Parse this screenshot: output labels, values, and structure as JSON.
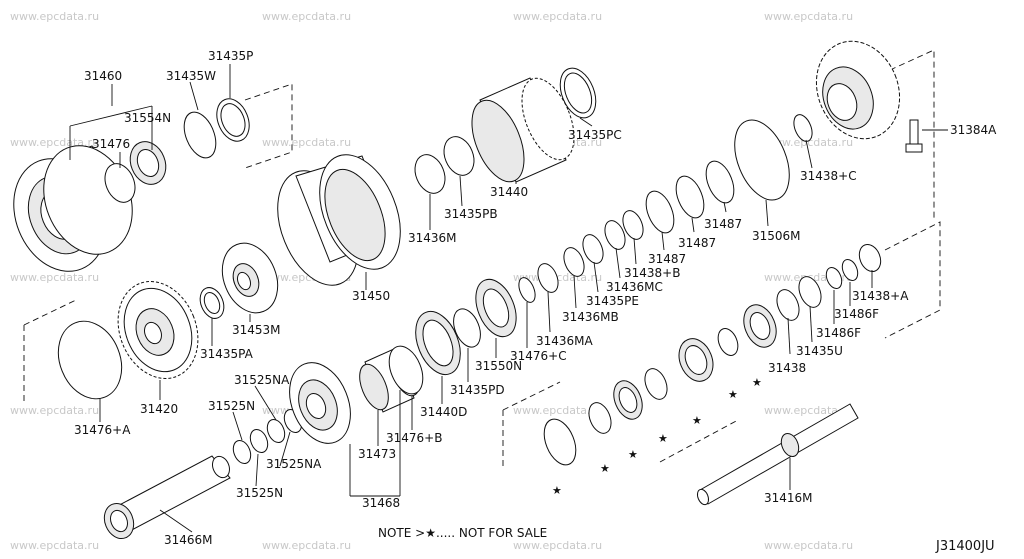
{
  "watermark": "www.epcdata.ru",
  "diagram_code": "J31400JU",
  "note": "NOTE >★..... NOT FOR SALE",
  "star": "★",
  "parts": {
    "p31460": "31460",
    "p31554N": "31554N",
    "p31476": "31476",
    "p31435W": "31435W",
    "p31435P": "31435P",
    "p31450": "31450",
    "p31453M": "31453M",
    "p31435PA": "31435PA",
    "p31420": "31420",
    "p31476A": "31476+A",
    "p31525NA_1": "31525NA",
    "p31525N_1": "31525N",
    "p31525N_2": "31525N",
    "p31525NA_2": "31525NA",
    "p31466M": "31466M",
    "p31473": "31473",
    "p31468": "31468",
    "p31476B": "31476+B",
    "p31440D": "31440D",
    "p31435PD": "31435PD",
    "p31550N": "31550N",
    "p31476C": "31476+C",
    "p31436M": "31436M",
    "p31435PB": "31435PB",
    "p31440": "31440",
    "p31435PC": "31435PC",
    "p31436MA": "31436MA",
    "p31436MB": "31436MB",
    "p31435PE": "31435PE",
    "p31436MC": "31436MC",
    "p31438B": "31438+B",
    "p31487_1": "31487",
    "p31487_2": "31487",
    "p31487_3": "31487",
    "p31506M": "31506M",
    "p31438C": "31438+C",
    "p31384A": "31384A",
    "p31438A": "31438+A",
    "p31486F_1": "31486F",
    "p31486F_2": "31486F",
    "p31435U": "31435U",
    "p31438": "31438",
    "p31416M": "31416M"
  }
}
